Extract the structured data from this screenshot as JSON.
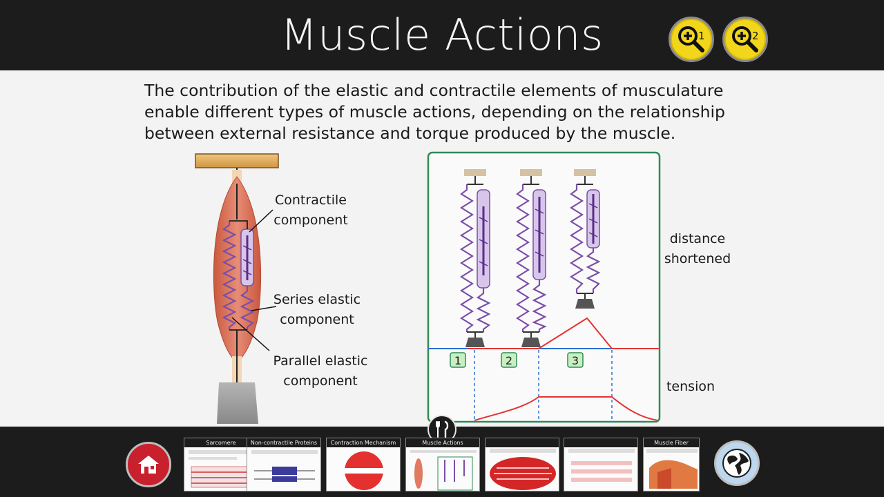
{
  "header": {
    "title": "Muscle Actions",
    "zoom_buttons": [
      {
        "label": "1",
        "icon": "zoom-in-icon"
      },
      {
        "label": "2",
        "icon": "zoom-in-icon"
      }
    ]
  },
  "intro_text": "The contribution of the elastic and contractile elements of musculature enable different types of muscle actions, depending on the relationship between external resistance and torque produced by the muscle.",
  "diagram_left": {
    "labels": {
      "contractile": [
        "Contractile",
        "component"
      ],
      "series": [
        "Series elastic",
        "component"
      ],
      "parallel": [
        "Parallel elastic",
        "component"
      ]
    }
  },
  "diagram_right": {
    "phases": [
      "1",
      "2",
      "3"
    ],
    "distance_label": [
      "distance",
      "shortened"
    ],
    "tension_label": "tension"
  },
  "footer": {
    "home_icon": "home-icon",
    "globe_icon": "globe-icon",
    "tools_icon": "tools-icon",
    "thumbnails": [
      {
        "title": "Sarcomere"
      },
      {
        "title": "Non-contractile Proteins"
      },
      {
        "title": "Contraction Mechanism"
      },
      {
        "title": "Muscle Actions"
      },
      {
        "title": ""
      },
      {
        "title": ""
      },
      {
        "title": "Muscle Fiber"
      }
    ]
  },
  "colors": {
    "header_bg": "#1c1c1c",
    "zoom_yellow": "#f2d61c",
    "home_red": "#c8202c",
    "diagram_border": "#2e8b57",
    "spring_purple": "#7a4fa8",
    "tension_red": "#e3342f",
    "baseline_blue": "#2a6fd1"
  }
}
